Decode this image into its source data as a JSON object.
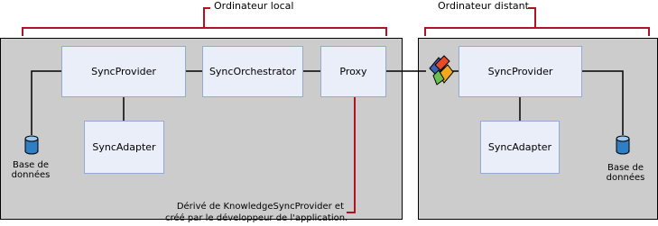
{
  "groups": {
    "local_label": "Ordinateur local",
    "remote_label": "Ordinateur distant"
  },
  "local": {
    "provider": "SyncProvider",
    "orchestrator": "SyncOrchestrator",
    "proxy": "Proxy",
    "adapter": "SyncAdapter",
    "database_line1": "Base de",
    "database_line2": "données"
  },
  "remote": {
    "provider": "SyncProvider",
    "adapter": "SyncAdapter",
    "database_line1": "Base de",
    "database_line2": "données"
  },
  "annotation": {
    "line1": "Dérivé de KnowledgeSyncProvider et",
    "line2": "créé par le développeur de l'application."
  },
  "colors": {
    "panel": "#cccccc",
    "node_fill": "#e9eef8",
    "node_border": "#94aad2",
    "bracket": "#b01222",
    "database": "#2f7fc5"
  },
  "icons": {
    "database": "database-cylinder-icon",
    "network": "network-link-icon"
  }
}
